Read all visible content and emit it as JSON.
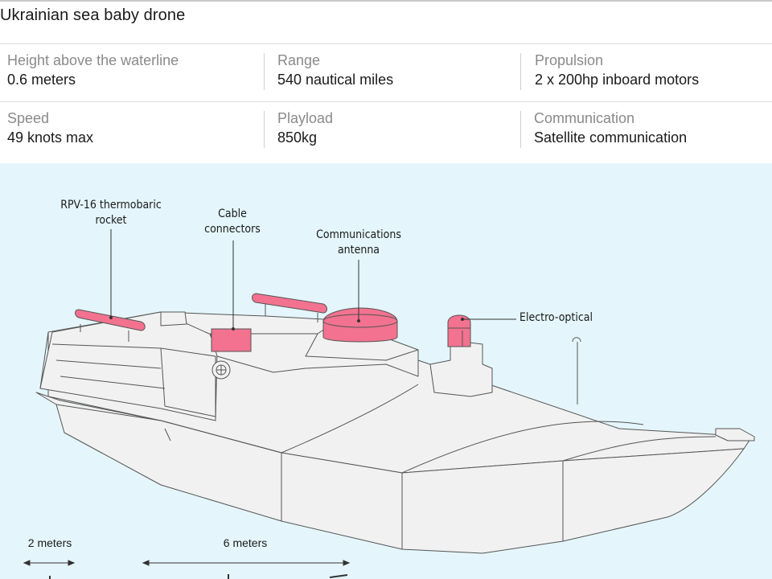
{
  "title": "Ukrainian sea baby drone",
  "specs": [
    {
      "label": "Height above the waterline",
      "value": "0.6 meters"
    },
    {
      "label": "Range",
      "value": "540 nautical miles"
    },
    {
      "label": "Propulsion",
      "value": "2 x 200hp inboard motors"
    },
    {
      "label": "Speed",
      "value": "49 knots max"
    },
    {
      "label": "Playload",
      "value": "850kg"
    },
    {
      "label": "Communication",
      "value": "Satellite communication"
    }
  ],
  "callouts": {
    "rocket": "RPV-16 thermobaric\nrocket",
    "cable": "Cable\nconnectors",
    "antenna": "Communications\nantenna",
    "electro": "Electro-optical"
  },
  "scale": {
    "small": "2 meters",
    "large": "6 meters"
  },
  "colors": {
    "highlight": "#f2728f",
    "hull_fill": "#f1f1f1",
    "line": "#555555",
    "water": "#e4f6fb"
  }
}
